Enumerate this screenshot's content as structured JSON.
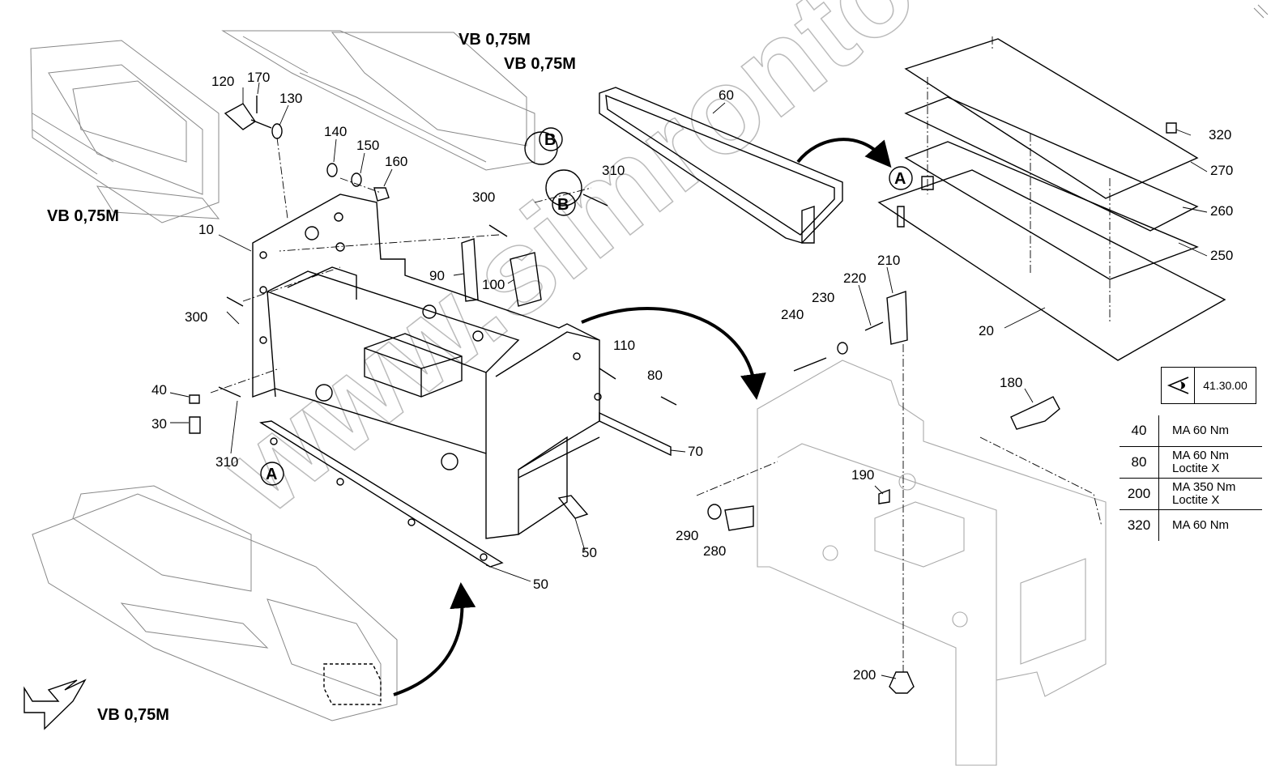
{
  "vb_labels": [
    "VB 0,75M",
    "VB 0,75M",
    "VB 0,75M",
    "VB 0,75M"
  ],
  "detail_markers": {
    "A": "A",
    "B": "B"
  },
  "watermark": "www.simrontool",
  "parts": {
    "p10": "10",
    "p20": "20",
    "p30": "30",
    "p40": "40",
    "p50a": "50",
    "p50b": "50",
    "p60": "60",
    "p70": "70",
    "p80": "80",
    "p90": "90",
    "p100": "100",
    "p110": "110",
    "p120": "120",
    "p130": "130",
    "p140": "140",
    "p150": "150",
    "p160": "160",
    "p170": "170",
    "p180": "180",
    "p190": "190",
    "p200": "200",
    "p210": "210",
    "p220": "220",
    "p230": "230",
    "p240": "240",
    "p250": "250",
    "p260": "260",
    "p270": "270",
    "p280": "280",
    "p290": "290",
    "p300a": "300",
    "p300b": "300",
    "p310a": "310",
    "p310b": "310",
    "p320": "320"
  },
  "reference": {
    "code": "41.30.00",
    "icon": "eye-icon"
  },
  "torque_table": [
    {
      "part": "40",
      "spec": [
        "MA 60 Nm"
      ]
    },
    {
      "part": "80",
      "spec": [
        "MA 60 Nm",
        "Loctite X"
      ]
    },
    {
      "part": "200",
      "spec": [
        "MA 350 Nm",
        "Loctite X"
      ]
    },
    {
      "part": "320",
      "spec": [
        "MA 60 Nm"
      ]
    }
  ]
}
